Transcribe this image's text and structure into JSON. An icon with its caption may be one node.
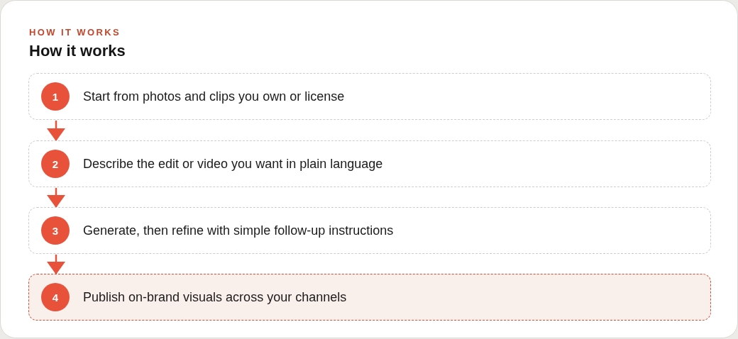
{
  "diagram": {
    "title": "How it works",
    "nodes": [
      {
        "text": [
          "1",
          "Start from photos and clips you own or license"
        ]
      },
      {
        "text": [
          "2",
          "Describe the edit or video you want in plain language"
        ]
      },
      {
        "text": [
          "3",
          "Generate, then refine with simple follow-up instructions"
        ]
      },
      {
        "text": [
          "4",
          "Publish on-brand visuals across your channels"
        ]
      }
    ],
    "edges": [
      {
        "from": 0,
        "to": 1,
        "arrow": "to"
      },
      {
        "from": 1,
        "to": 2,
        "arrow": "to"
      },
      {
        "from": 2,
        "to": 3,
        "arrow": "to"
      }
    ],
    "labels": [
      "HOW IT WORKS"
    ]
  }
}
